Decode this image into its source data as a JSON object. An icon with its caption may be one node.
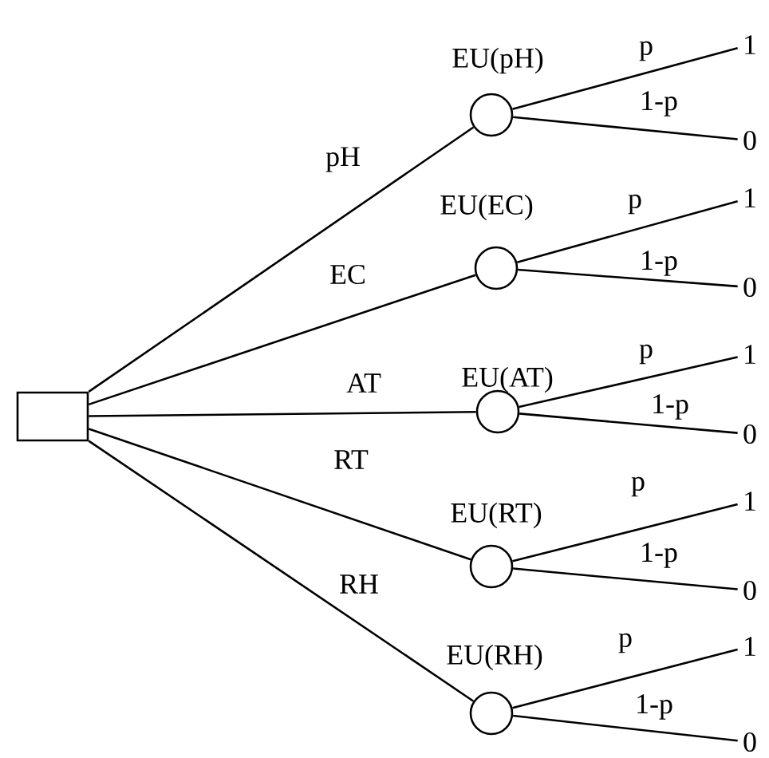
{
  "diagram": {
    "nodes": [
      {
        "text": [],
        "shape": "box"
      },
      {
        "text": [],
        "shape": "circle",
        "beside": [
          "EU(pH)"
        ]
      },
      {
        "text": [
          "1"
        ]
      },
      {
        "text": [
          "0"
        ]
      },
      {
        "text": [],
        "shape": "circle",
        "beside": [
          "EU(EC)"
        ]
      },
      {
        "text": [
          "1"
        ]
      },
      {
        "text": [
          "0"
        ]
      },
      {
        "text": [],
        "shape": "circle",
        "beside": [
          "EU(AT)"
        ]
      },
      {
        "text": [
          "1"
        ]
      },
      {
        "text": [
          "0"
        ]
      },
      {
        "text": [],
        "shape": "circle",
        "beside": [
          "EU(RT)"
        ]
      },
      {
        "text": [
          "1"
        ]
      },
      {
        "text": [
          "0"
        ]
      },
      {
        "text": [],
        "shape": "circle",
        "beside": [
          "EU(RH)"
        ]
      },
      {
        "text": [
          "1"
        ]
      },
      {
        "text": [
          "0"
        ]
      }
    ],
    "edges": [
      {
        "from": 0,
        "to": 1,
        "arrow": "none",
        "label": "pH"
      },
      {
        "from": 1,
        "to": 2,
        "arrow": "none",
        "label": "p"
      },
      {
        "from": 1,
        "to": 3,
        "arrow": "none",
        "label": "1-p"
      },
      {
        "from": 0,
        "to": 4,
        "arrow": "none",
        "label": "EC"
      },
      {
        "from": 4,
        "to": 5,
        "arrow": "none",
        "label": "p"
      },
      {
        "from": 4,
        "to": 6,
        "arrow": "none",
        "label": "1-p"
      },
      {
        "from": 0,
        "to": 7,
        "arrow": "none",
        "label": "AT"
      },
      {
        "from": 7,
        "to": 8,
        "arrow": "none",
        "label": "p"
      },
      {
        "from": 7,
        "to": 9,
        "arrow": "none",
        "label": "1-p"
      },
      {
        "from": 0,
        "to": 10,
        "arrow": "none",
        "label": "RT"
      },
      {
        "from": 10,
        "to": 11,
        "arrow": "none",
        "label": "p"
      },
      {
        "from": 10,
        "to": 12,
        "arrow": "none",
        "label": "1-p"
      },
      {
        "from": 0,
        "to": 13,
        "arrow": "none",
        "label": "RH"
      },
      {
        "from": 13,
        "to": 14,
        "arrow": "none",
        "label": "p"
      },
      {
        "from": 13,
        "to": 15,
        "arrow": "none",
        "label": "1-p"
      }
    ]
  }
}
